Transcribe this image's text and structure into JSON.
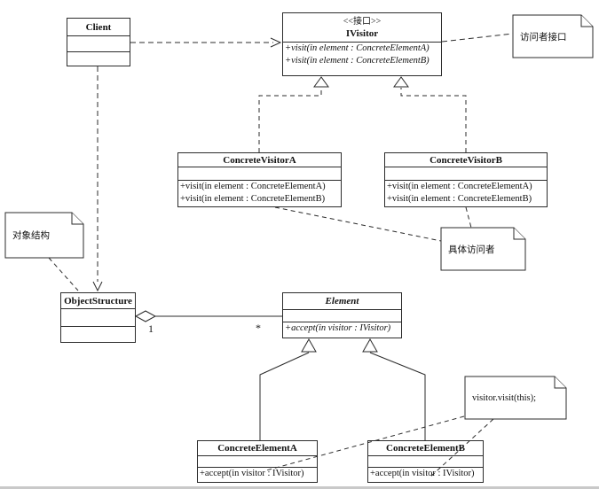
{
  "diagram_title": "Visitor pattern UML class diagram",
  "classes": {
    "client": {
      "name": "Client"
    },
    "ivisitor": {
      "stereotype": "<<接口>>",
      "name": "IVisitor",
      "methods": [
        "+visit(in element : ConcreteElementA)",
        "+visit(in element : ConcreteElementB)"
      ]
    },
    "concrete_visitor_a": {
      "name": "ConcreteVisitorA",
      "methods": [
        "+visit(in element : ConcreteElementA)",
        "+visit(in element : ConcreteElementB)"
      ]
    },
    "concrete_visitor_b": {
      "name": "ConcreteVisitorB",
      "methods": [
        "+visit(in element : ConcreteElementA)",
        "+visit(in element : ConcreteElementB)"
      ]
    },
    "object_structure": {
      "name": "ObjectStructure"
    },
    "element": {
      "name": "Element",
      "methods": [
        "+accept(in visitor : IVisitor)"
      ]
    },
    "concrete_element_a": {
      "name": "ConcreteElementA",
      "methods": [
        "+accept(in visitor : IVisitor)"
      ]
    },
    "concrete_element_b": {
      "name": "ConcreteElementB",
      "methods": [
        "+accept(in visitor : IVisitor)"
      ]
    }
  },
  "notes": {
    "visitor_interface": "访问者接口",
    "object_structure": "对象结构",
    "concrete_visitor": "具体访问者",
    "visit_call": "visitor.visit(this);"
  },
  "multiplicities": {
    "one": "1",
    "many": "*"
  },
  "colors": {
    "line": "#2b2b2b",
    "fill": "#ffffff"
  }
}
